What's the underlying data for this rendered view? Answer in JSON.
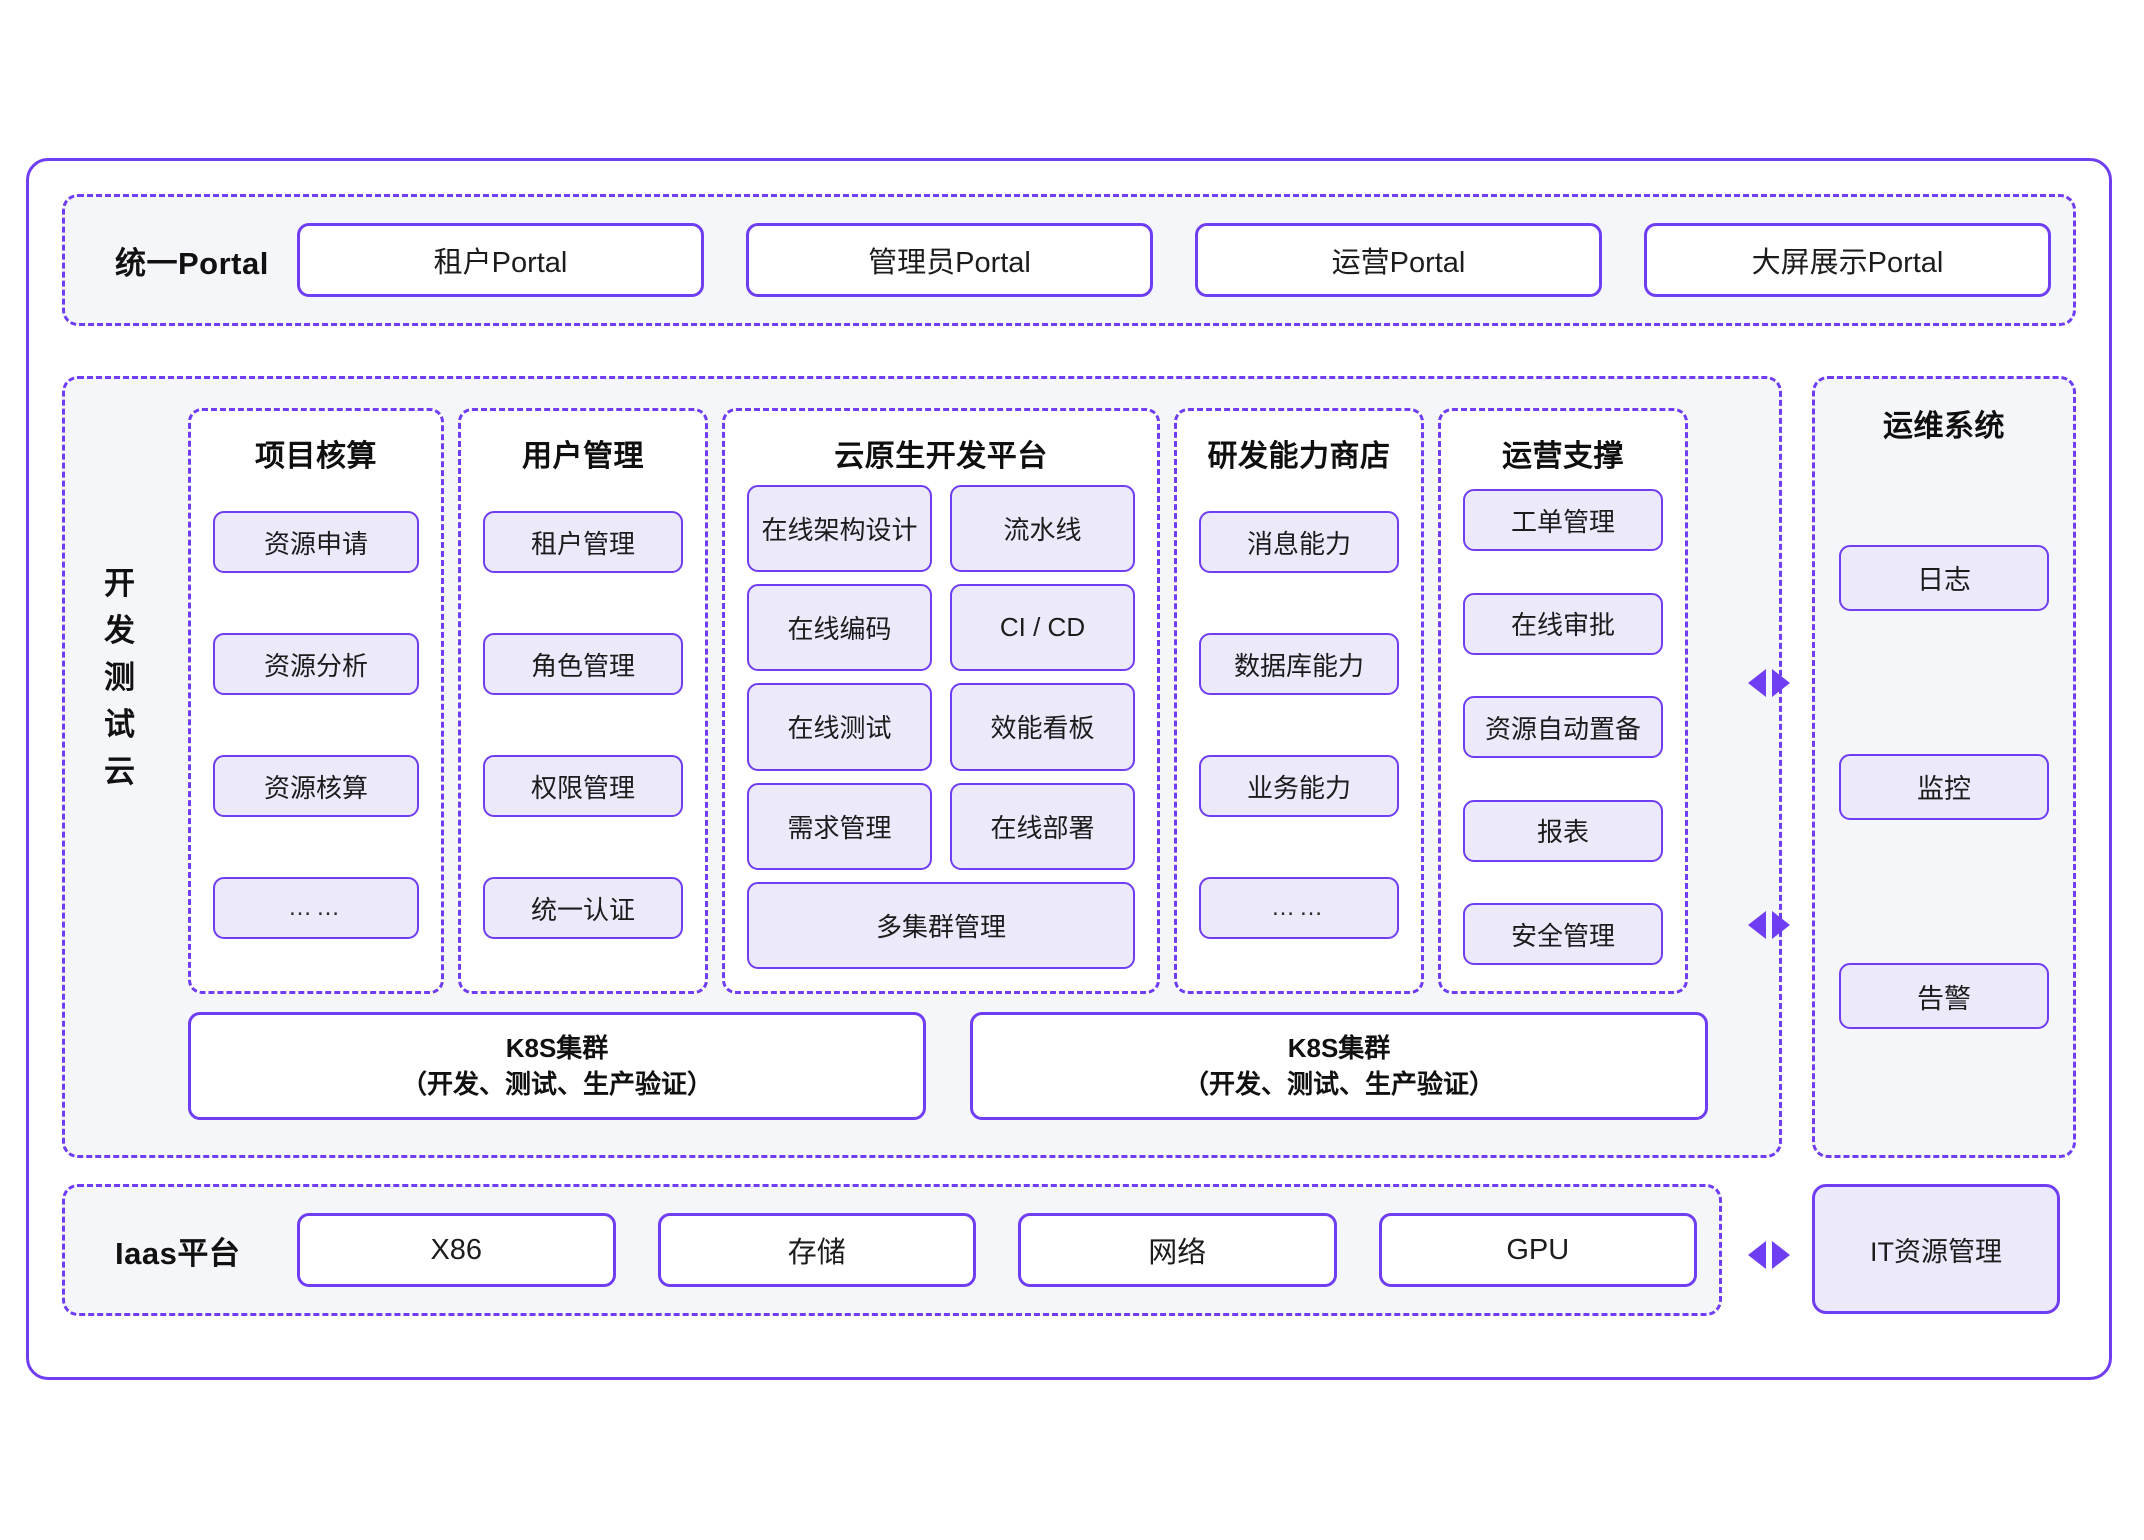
{
  "colors": {
    "accent": "#6f3df2",
    "chip_fill": "#ece9fb",
    "panel_fill": "#f5f6fa",
    "page_bg": "#ffffff"
  },
  "portal": {
    "label": "统一Portal",
    "items": [
      {
        "label": "租户Portal"
      },
      {
        "label": "管理员Portal"
      },
      {
        "label": "运营Portal"
      },
      {
        "label": "大屏展示Portal"
      }
    ]
  },
  "middle": {
    "side_label": [
      "开",
      "发",
      "测",
      "试",
      "云"
    ],
    "columns": [
      {
        "title": "项目核算",
        "layout": "single",
        "items": [
          "资源申请",
          "资源分析",
          "资源核算",
          "……"
        ]
      },
      {
        "title": "用户管理",
        "layout": "single",
        "items": [
          "租户管理",
          "角色管理",
          "权限管理",
          "统一认证"
        ]
      },
      {
        "title": "云原生开发平台",
        "layout": "grid",
        "items": [
          "在线架构设计",
          "流水线",
          "在线编码",
          "CI / CD",
          "在线测试",
          "效能看板",
          "需求管理",
          "在线部署"
        ],
        "full_width_item": "多集群管理"
      },
      {
        "title": "研发能力商店",
        "layout": "single",
        "items": [
          "消息能力",
          "数据库能力",
          "业务能力",
          "……"
        ]
      },
      {
        "title": "运营支撑",
        "layout": "tight",
        "items": [
          "工单管理",
          "在线审批",
          "资源自动置备",
          "报表",
          "安全管理"
        ]
      }
    ],
    "k8s": [
      {
        "line1": "K8S集群",
        "line2": "（开发、测试、生产验证）"
      },
      {
        "line1": "K8S集群",
        "line2": "（开发、测试、生产验证）"
      }
    ]
  },
  "ops_panel": {
    "title": "运维系统",
    "items": [
      "日志",
      "监控",
      "告警"
    ]
  },
  "iaas": {
    "label": "Iaas平台",
    "items": [
      {
        "label": "X86"
      },
      {
        "label": "存储"
      },
      {
        "label": "网络"
      },
      {
        "label": "GPU"
      }
    ],
    "it_resource": "IT资源管理"
  },
  "arrows": [
    {
      "name": "ops-link-upper",
      "glyph": "◀▶"
    },
    {
      "name": "ops-link-lower",
      "glyph": "◀▶"
    },
    {
      "name": "iaas-link",
      "glyph": "◀▶"
    }
  ]
}
